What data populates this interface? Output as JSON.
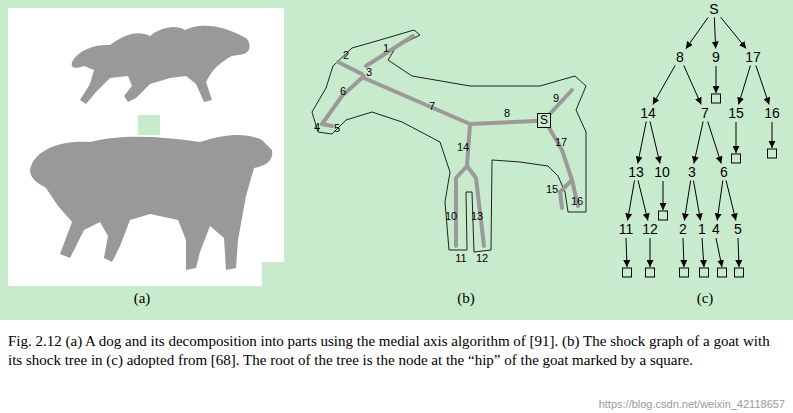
{
  "diagram": {
    "caption": "Fig. 2.12 (a) A dog and its decomposition into parts using the medial axis algorithm of [91]. (b) The shock graph of a goat with its shock tree in (c) adopted from [68]. The root of the tree is the node at the “hip” of the goat marked by a square.",
    "nodes": [
      {
        "text": [
          "S"
        ]
      },
      {
        "text": [
          "S"
        ]
      },
      {
        "text": [
          "8"
        ]
      },
      {
        "text": [
          "9"
        ]
      },
      {
        "text": [
          "17"
        ]
      },
      {
        "text": [
          "14"
        ]
      },
      {
        "text": [
          "7"
        ]
      },
      {
        "text": [
          "15"
        ]
      },
      {
        "text": [
          "16"
        ]
      },
      {
        "text": [
          "13"
        ]
      },
      {
        "text": [
          "10"
        ]
      },
      {
        "text": [
          "3"
        ]
      },
      {
        "text": [
          "6"
        ]
      },
      {
        "text": [
          "11"
        ]
      },
      {
        "text": [
          "12"
        ]
      },
      {
        "text": [
          "2"
        ]
      },
      {
        "text": [
          "1"
        ]
      },
      {
        "text": [
          "4"
        ]
      },
      {
        "text": [
          "5"
        ]
      }
    ],
    "edges": [
      {
        "from": 1,
        "to": 2,
        "arrow": "to"
      },
      {
        "from": 1,
        "to": 3,
        "arrow": "to"
      },
      {
        "from": 1,
        "to": 4,
        "arrow": "to"
      },
      {
        "from": 2,
        "to": 5,
        "arrow": "to"
      },
      {
        "from": 2,
        "to": 6,
        "arrow": "to"
      },
      {
        "from": 4,
        "to": 7,
        "arrow": "to"
      },
      {
        "from": 4,
        "to": 8,
        "arrow": "to"
      },
      {
        "from": 5,
        "to": 9,
        "arrow": "to"
      },
      {
        "from": 5,
        "to": 10,
        "arrow": "to"
      },
      {
        "from": 6,
        "to": 11,
        "arrow": "to"
      },
      {
        "from": 6,
        "to": 12,
        "arrow": "to"
      },
      {
        "from": 9,
        "to": 13,
        "arrow": "to"
      },
      {
        "from": 9,
        "to": 14,
        "arrow": "to"
      },
      {
        "from": 11,
        "to": 15,
        "arrow": "to"
      },
      {
        "from": 11,
        "to": 16,
        "arrow": "to"
      },
      {
        "from": 12,
        "to": 17,
        "arrow": "to"
      },
      {
        "from": 12,
        "to": 18,
        "arrow": "to"
      }
    ],
    "labels": [
      "1",
      "2",
      "3",
      "6",
      "4",
      "5",
      "7",
      "8",
      "9",
      "17",
      "14",
      "10",
      "13",
      "11",
      "12",
      "15",
      "16",
      "(a)",
      "(b)",
      "(c)",
      "https://blog.csdn.net/weixin_42118657"
    ]
  }
}
